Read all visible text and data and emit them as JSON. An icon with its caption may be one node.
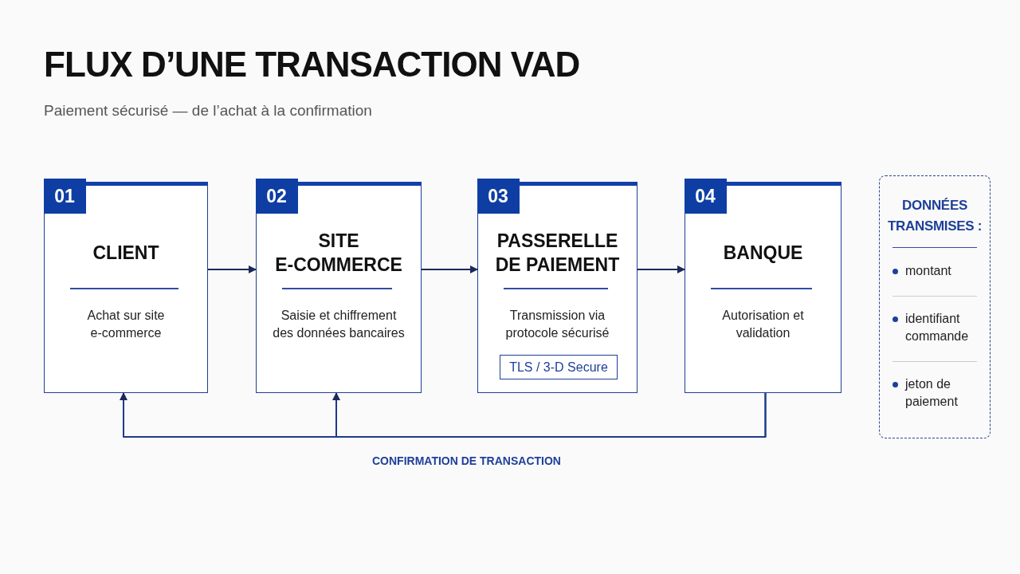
{
  "diagram": {
    "title": "FLUX D’UNE TRANSACTION VAD",
    "caption": "Paiement sécurisé — de l’achat à la confirmation",
    "nodes": [
      {
        "text": [
          "CLIENT",
          "Achat sur site e-commerce"
        ]
      },
      {
        "text": [
          "01"
        ],
        "in": 0
      },
      {
        "text": [
          "SITE E-COMMERCE",
          "Saisie et chiffrement des données bancaires"
        ]
      },
      {
        "text": [
          "02"
        ],
        "in": 2
      },
      {
        "text": [
          "PASSERELLE DE PAIEMENT",
          "Transmission via protocole sécurisé"
        ]
      },
      {
        "text": [
          "03"
        ],
        "in": 4
      },
      {
        "text": [
          "TLS / 3-D Secure"
        ],
        "in": 4
      },
      {
        "text": [
          "BANQUE",
          "Autorisation et validation"
        ]
      },
      {
        "text": [
          "04"
        ],
        "in": 7
      },
      {
        "text": [
          "DONNÉES TRANSMISES :",
          "montant",
          "identifiant commande",
          "jeton de paiement"
        ]
      }
    ],
    "edges": [
      {
        "from": 0,
        "to": 2,
        "arrow": "to"
      },
      {
        "from": 2,
        "to": 4,
        "arrow": "to"
      },
      {
        "from": 4,
        "to": 7,
        "arrow": "to"
      },
      {
        "from": 7,
        "to": 0,
        "arrow": "to",
        "label": "CONFIRMATION DE TRANSACTION"
      },
      {
        "from": 7,
        "to": 2,
        "arrow": "to"
      }
    ]
  }
}
